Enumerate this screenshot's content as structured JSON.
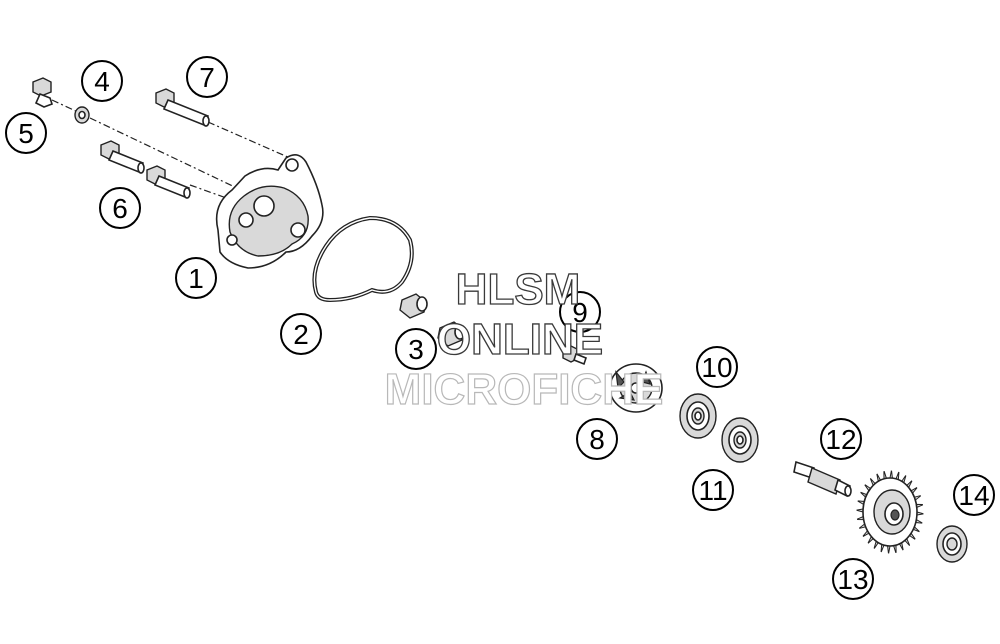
{
  "watermark": {
    "line1": "HLSM",
    "line2": "ONLINE",
    "line3": "MICROFICHE"
  },
  "callouts": [
    {
      "id": "1",
      "label": "1"
    },
    {
      "id": "2",
      "label": "2"
    },
    {
      "id": "3",
      "label": "3"
    },
    {
      "id": "4",
      "label": "4"
    },
    {
      "id": "5",
      "label": "5"
    },
    {
      "id": "6",
      "label": "6"
    },
    {
      "id": "7",
      "label": "7"
    },
    {
      "id": "8",
      "label": "8"
    },
    {
      "id": "9",
      "label": "9"
    },
    {
      "id": "10",
      "label": "10"
    },
    {
      "id": "11",
      "label": "11"
    },
    {
      "id": "12",
      "label": "12"
    },
    {
      "id": "13",
      "label": "13"
    },
    {
      "id": "14",
      "label": "14"
    }
  ]
}
